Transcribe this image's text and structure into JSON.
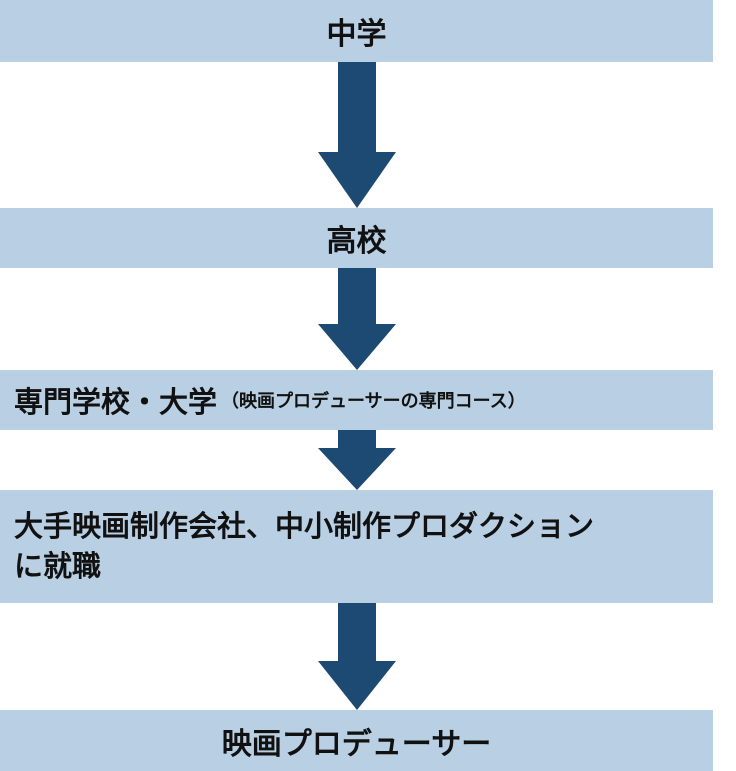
{
  "flow": {
    "step1": "中学",
    "step2": "高校",
    "step3_main": "専門学校・大学",
    "step3_note": "（映画プロデューサーの専門コース）",
    "step4_line1": "大手映画制作会社、中小制作プロダクション",
    "step4_line2": "に就職",
    "step5": "映画プロデューサー"
  },
  "colors": {
    "box_fill": "#b9cfe3",
    "arrow": "#1d4a73",
    "text": "#111111"
  }
}
